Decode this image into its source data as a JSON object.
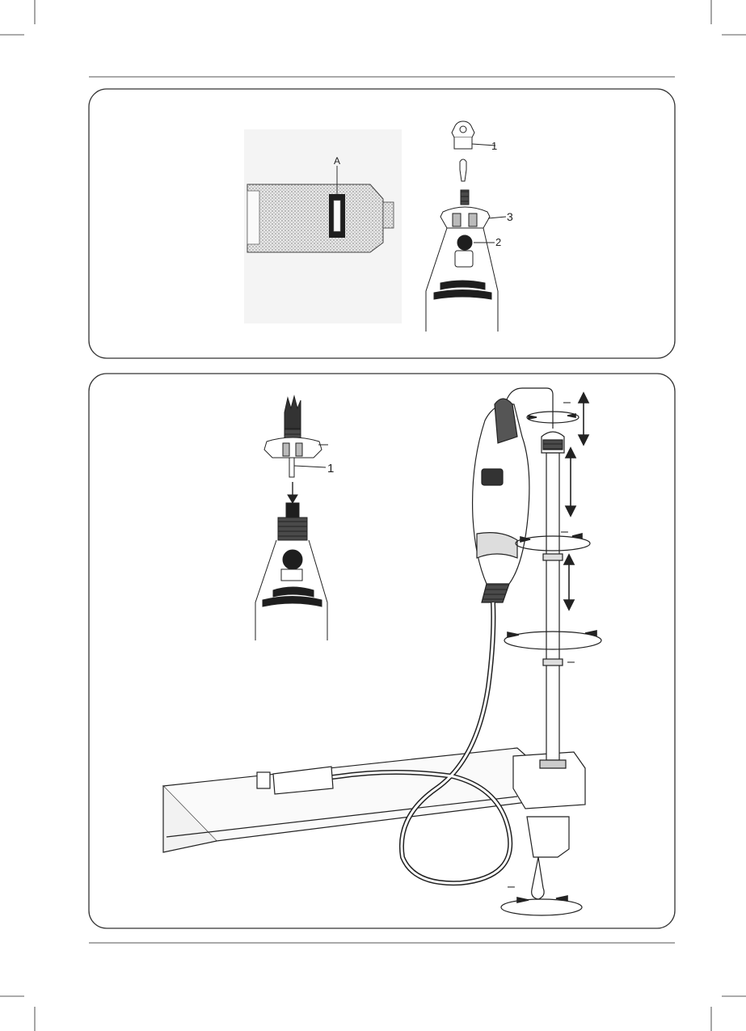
{
  "figure_top": {
    "switch_detail": {
      "label_a": "A"
    },
    "collet_assembly": {
      "callout_1": "1",
      "callout_2": "2",
      "callout_3": "3"
    }
  },
  "figure_bottom": {
    "collet_insert": {
      "callout_1": "1"
    },
    "stand_setup": {
      "minus_marks": [
        "–",
        "–",
        "–",
        "–"
      ]
    }
  },
  "colors": {
    "line": "#1a1a1a",
    "frame": "#333333",
    "dark_fill": "#1e1e1e",
    "mid_fill": "#6e6e6e",
    "light_fill": "#d9d9d9",
    "dot_texture": "#bdbdbd"
  }
}
